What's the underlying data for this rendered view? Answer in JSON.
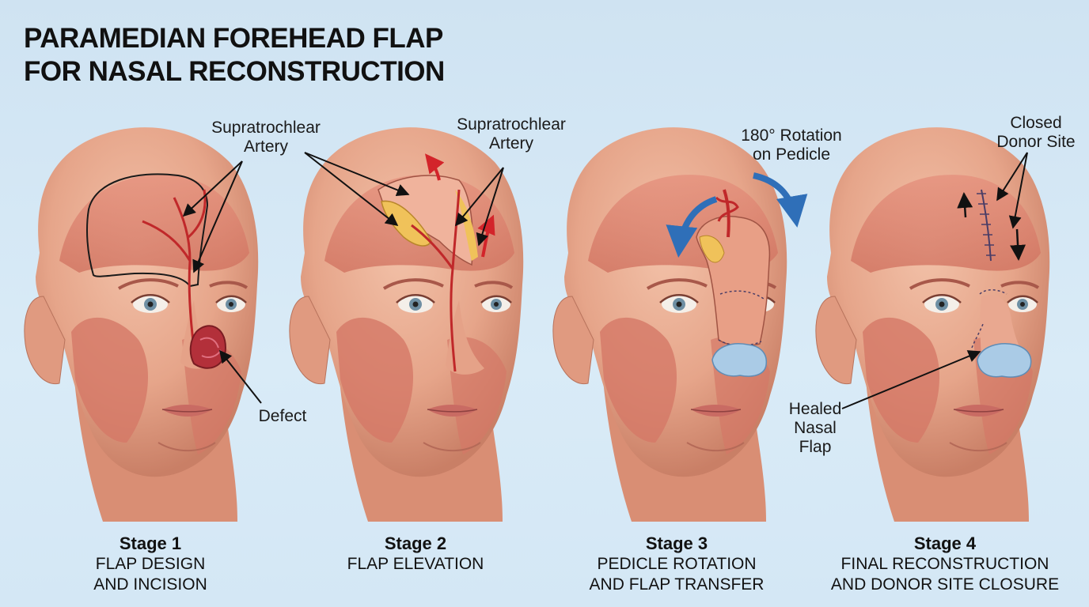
{
  "title": {
    "line1": "PARAMEDIAN FOREHEAD FLAP",
    "line2": "FOR NASAL RECONSTRUCTION"
  },
  "labels": {
    "artery_1": [
      "Supratrochlear",
      "Artery"
    ],
    "defect": "Defect",
    "artery_2": [
      "Supratrochlear",
      "Artery"
    ],
    "rotation": [
      "180° Rotation",
      "on Pedicle"
    ],
    "donor_site": [
      "Closed",
      "Donor Site"
    ],
    "healed_flap": [
      "Healed",
      "Nasal",
      "Flap"
    ]
  },
  "stages": [
    {
      "num": "Stage 1",
      "desc": [
        "FLAP DESIGN",
        "AND INCISION"
      ]
    },
    {
      "num": "Stage 2",
      "desc": [
        "FLAP ELEVATION"
      ]
    },
    {
      "num": "Stage 3",
      "desc": [
        "PEDICLE ROTATION",
        "AND FLAP TRANSFER"
      ]
    },
    {
      "num": "Stage 4",
      "desc": [
        "FINAL RECONSTRUCTION",
        "AND DONOR SITE CLOSURE"
      ]
    }
  ],
  "colors": {
    "background": "#d4e7f5",
    "skin": "#e8a98f",
    "muscle": "#d97b6a",
    "artery": "#c0282a",
    "fat": "#f0c25a",
    "rotation_arrow": "#2f6fb8",
    "nose_tip": "#aacbe6"
  }
}
